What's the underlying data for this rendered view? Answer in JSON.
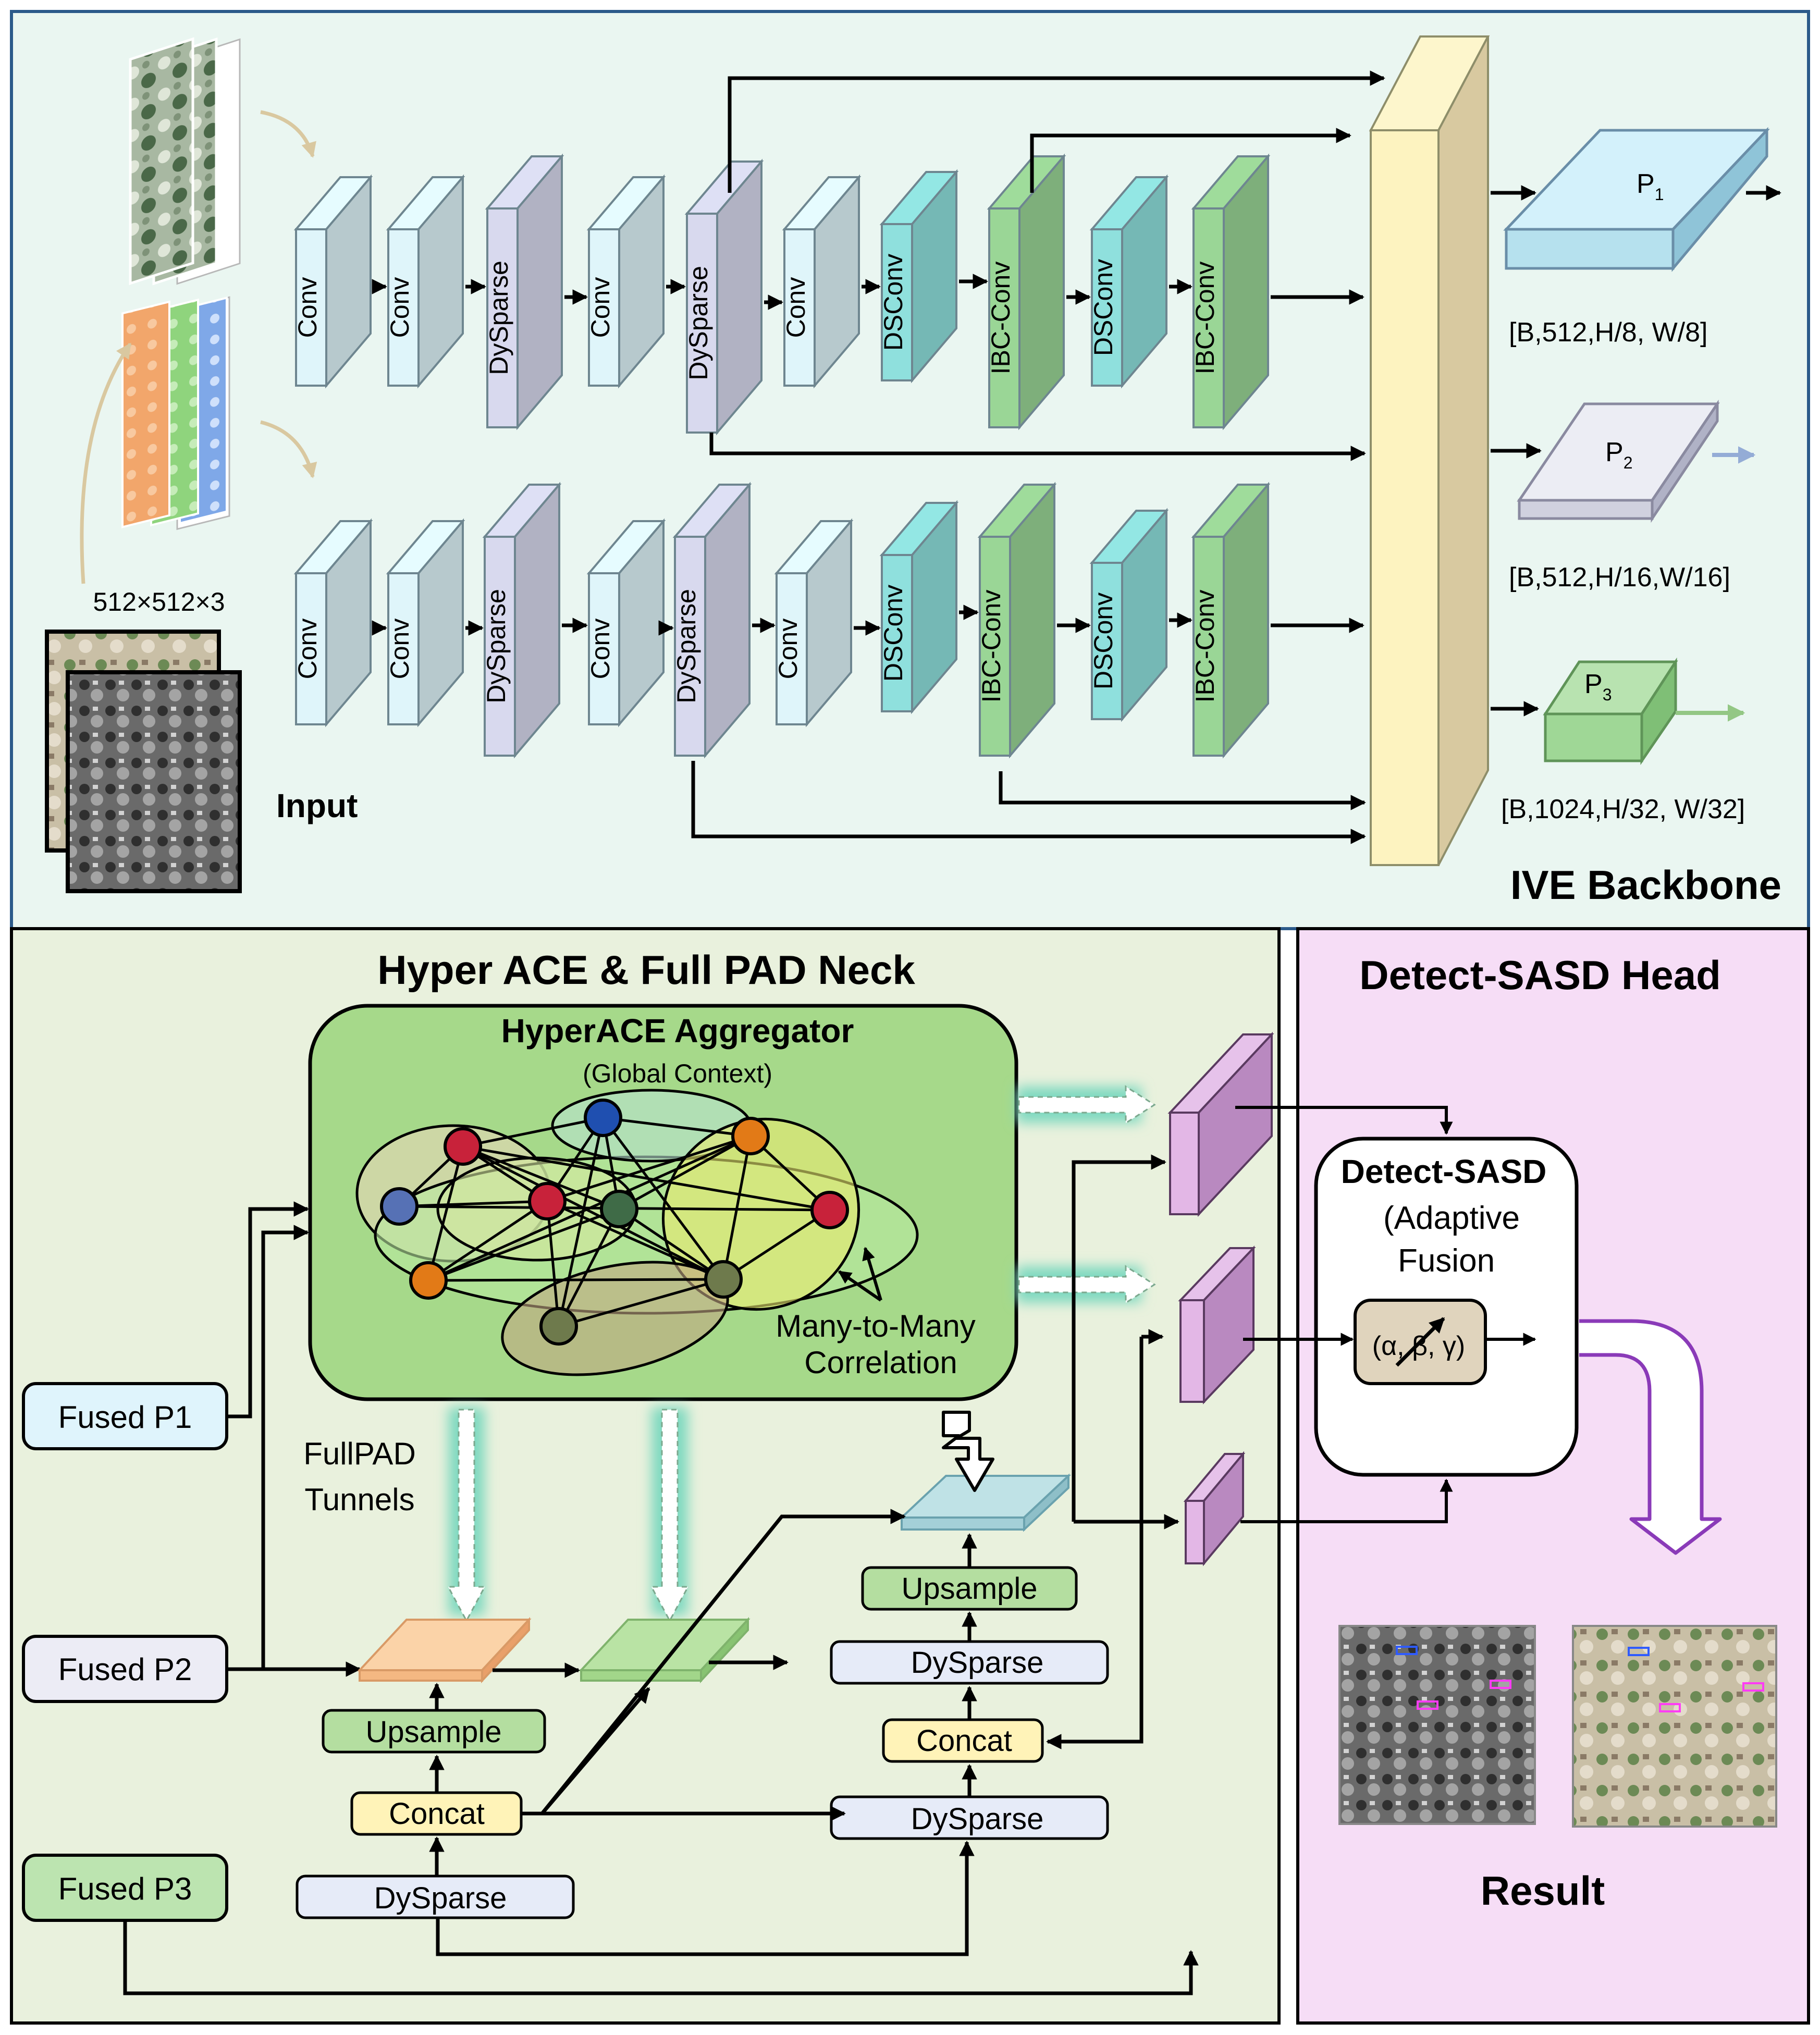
{
  "backbone": {
    "title": "IVE Backbone",
    "input_label": "Input",
    "input_size": "512×512×3",
    "stream1_blocks": [
      "Conv",
      "Conv",
      "DySparse",
      "Conv",
      "DySparse",
      "Conv",
      "DSConv",
      "IBC-Conv",
      "DSConv",
      "IBC-Conv"
    ],
    "stream2_blocks": [
      "Conv",
      "Conv",
      "DySparse",
      "Conv",
      "DySparse",
      "Conv",
      "DSConv",
      "IBC-Conv",
      "DSConv",
      "IBC-Conv"
    ],
    "outputs": [
      {
        "name": "P",
        "sub": "1",
        "shape": "[B,512,H/8, W/8]"
      },
      {
        "name": "P",
        "sub": "2",
        "shape": "[B,512,H/16,W/16]"
      },
      {
        "name": "P",
        "sub": "3",
        "shape": "[B,1024,H/32, W/32]"
      }
    ]
  },
  "neck": {
    "title": "Hyper ACE & Full PAD Neck",
    "aggregator_title": "HyperACE Aggregator",
    "aggregator_subtitle": "(Global Context)",
    "correlation_label": "Many-to-Many\nCorrelation",
    "tunnels_label": "FullPAD\nTunnels",
    "inputs": [
      "Fused P1",
      "Fused P2",
      "Fused P3"
    ],
    "ops": {
      "upsample_left": "Upsample",
      "concat_left": "Concat",
      "dysparse_bottom": "DySparse",
      "upsample_right": "Upsample",
      "dysparse_right_top": "DySparse",
      "concat_right": "Concat",
      "dysparse_right_bottom": "DySparse"
    }
  },
  "head": {
    "title": "Detect-SASD Head",
    "module_title": "Detect-SASD",
    "module_subtitle": "(Adaptive\nFusion",
    "params": "(α, β, γ)",
    "result_label": "Result"
  },
  "colors": {
    "backbone_bg": "#eaf6f1",
    "neck_bg": "#e9f1dd",
    "head_bg": "#f6ddf6",
    "conv_block": "#dff5fa",
    "dysparse_block": "#d8d9ee",
    "dsconv_block": "#8fe0dd",
    "ibcconv_block": "#9ad696",
    "concat_block": "#fff3b8",
    "aggregator": "#a6d98a",
    "head_layer": "#cc9bd2"
  }
}
